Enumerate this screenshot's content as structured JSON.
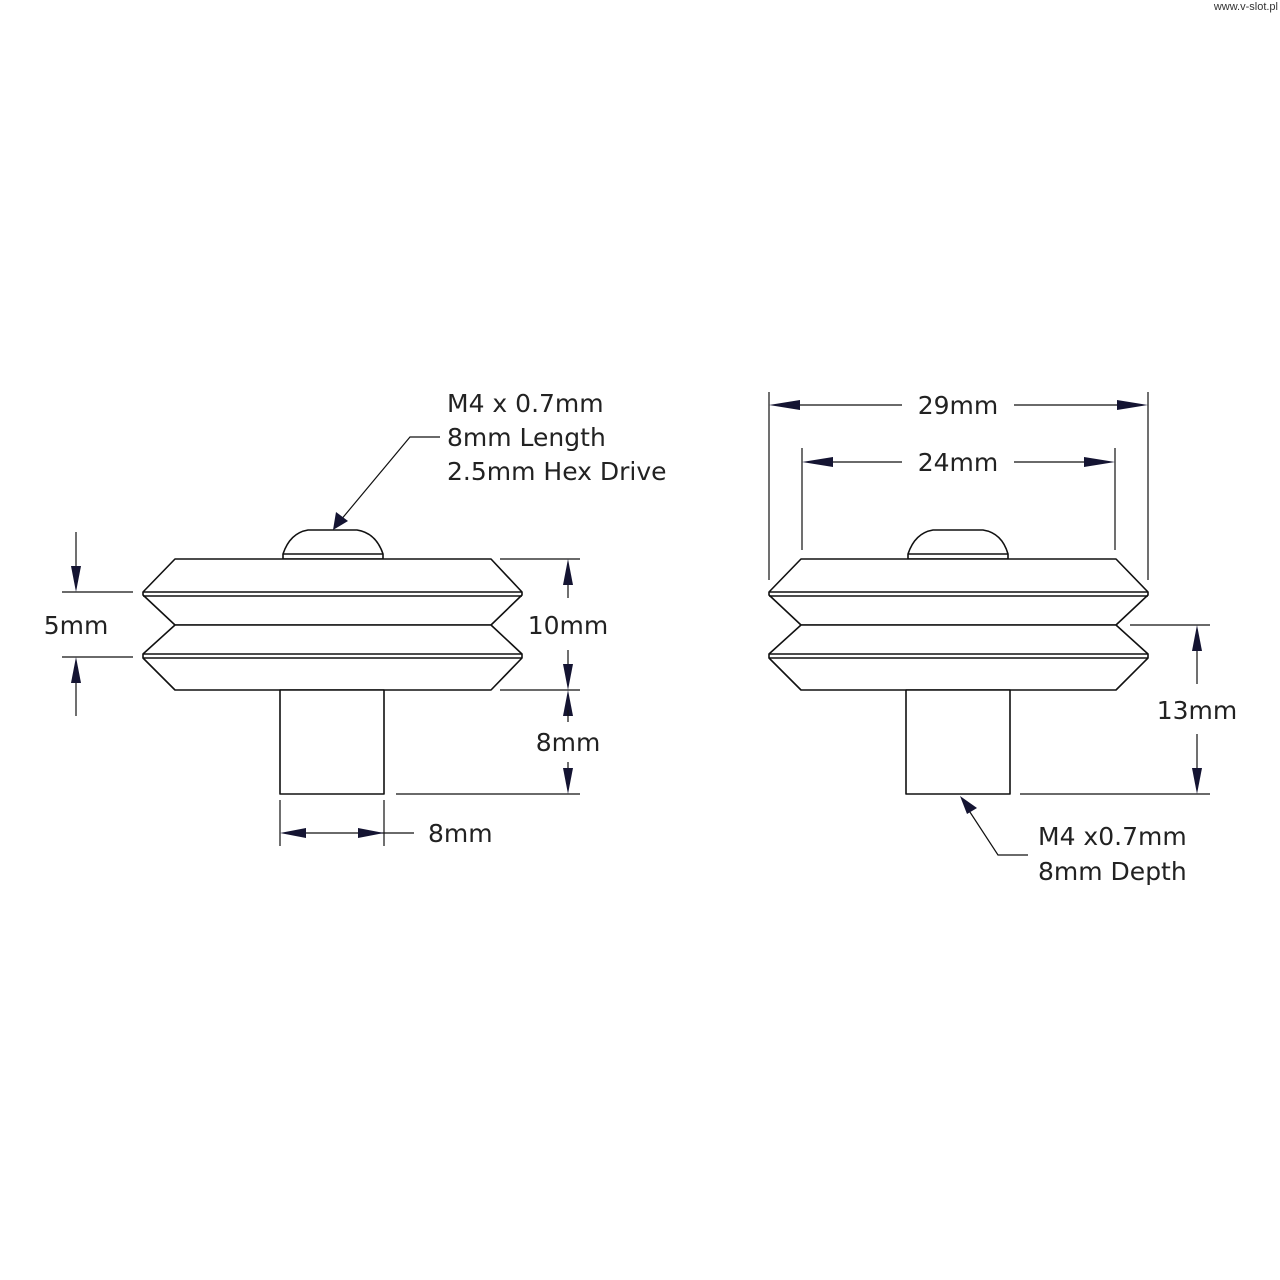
{
  "watermark": "www.v-slot.pl",
  "side_view": {
    "callout": [
      "M4 x 0.7mm",
      "8mm Length",
      "2.5mm Hex Drive"
    ],
    "dim_groove_pitch": "5mm",
    "dim_wheel_height": "10mm",
    "dim_hub_height": "8mm",
    "dim_hub_diameter": "8mm"
  },
  "section_view": {
    "dim_outer_diameter": "29mm",
    "dim_inner_diameter": "24mm",
    "dim_total_height": "13mm",
    "callout": [
      "M4 x0.7mm",
      "8mm Depth"
    ]
  }
}
